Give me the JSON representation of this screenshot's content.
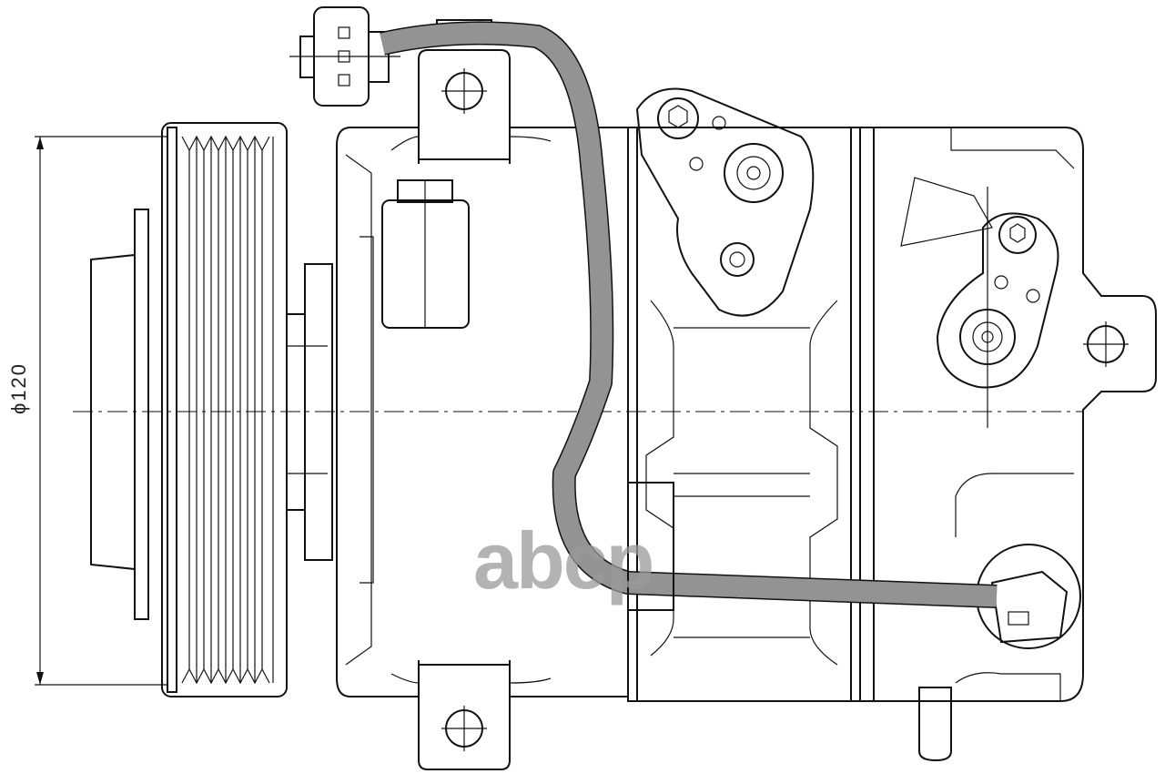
{
  "drawing": {
    "subject": "compressor",
    "dimension_label": "ϕ120",
    "watermark": "abcp",
    "colors": {
      "line": "#111111",
      "watermark": "#9a9a9a"
    }
  }
}
